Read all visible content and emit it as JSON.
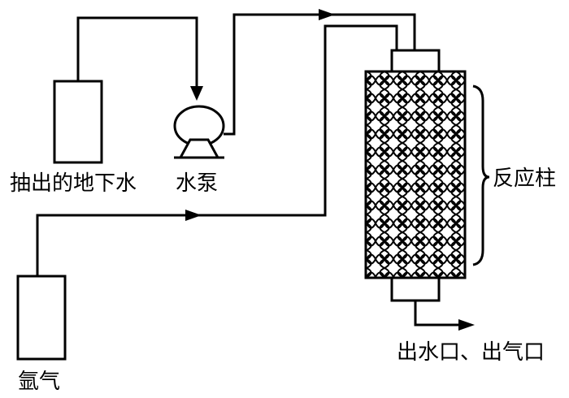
{
  "labels": {
    "groundwater": "抽出的地下水",
    "pump": "水泵",
    "column": "反应柱",
    "outlet": "出水口、出气口",
    "gas": "氩气"
  }
}
